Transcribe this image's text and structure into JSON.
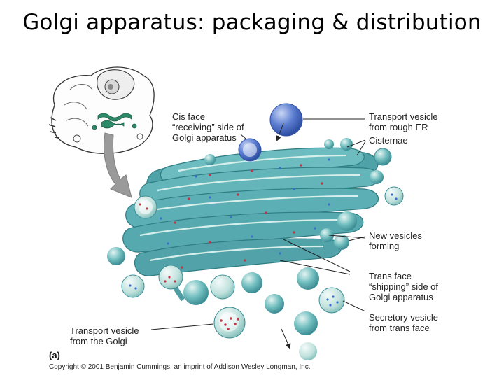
{
  "title": "Golgi apparatus: packaging & distribution",
  "labels": {
    "cis_face_1": "Cis face",
    "cis_face_2": "“receiving” side of",
    "cis_face_3": "Golgi apparatus",
    "transport_er_1": "Transport vesicle",
    "transport_er_2": "from rough ER",
    "cisternae": "Cisternae",
    "new_vesicles_1": "New vesicles",
    "new_vesicles_2": "forming",
    "trans_face_1": "Trans face",
    "trans_face_2": "“shipping” side of",
    "trans_face_3": "Golgi apparatus",
    "secretory_1": "Secretory vesicle",
    "secretory_2": "from trans face",
    "transport_golgi_1": "Transport vesicle",
    "transport_golgi_2": "from the Golgi"
  },
  "panel_letter": "(a)",
  "copyright": "Copyright © 2001 Benjamin Cummings, an imprint of Addison Wesley Longman, Inc.",
  "colors": {
    "golgi_fill": "#5fb3b8",
    "golgi_dark": "#3b8c93",
    "golgi_light": "#cfe9e4",
    "vesicle_blue": "#4f6fc2",
    "cargo_red": "#c0394b",
    "cargo_blue": "#3a6fd0",
    "arrow_gray": "#9a9a9a"
  }
}
